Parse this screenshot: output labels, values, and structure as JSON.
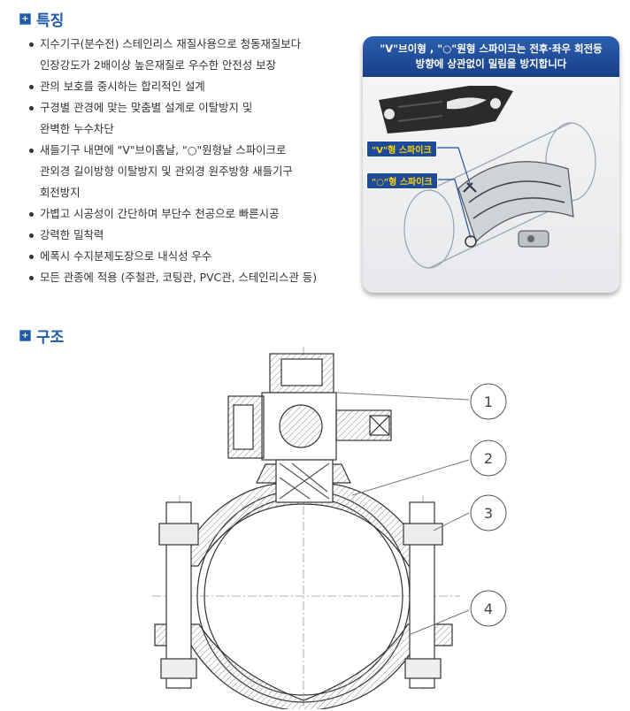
{
  "features_section": {
    "title": "특징",
    "icon": "plus-square-icon",
    "items": [
      [
        "지수기구(분수전) 스테인리스 재질사용으로 청동재질보다",
        "인장강도가 2배이상 높은재질로 우수한 안전성 보장"
      ],
      [
        "관의 보호를 중시하는 합리적인 설계"
      ],
      [
        "구경별 관경에 맞는 맞춤별 설계로 이탈방지 및",
        "완벽한 누수차단"
      ],
      [
        "새들기구 내면에 \"V\"브이홈날, \"○\"원형날 스파이크로",
        "관외경 길이방향 이탈방지 및 관외경 원주방향 새들기구",
        "회전방지"
      ],
      [
        "가볍고 시공성이 간단하며 부단수 천공으로 빠른시공"
      ],
      [
        "강력한 밀착력"
      ],
      [
        "에폭시 수지분제도장으로 내식성 우수"
      ],
      [
        "모든 관종에 적용 (주철관, 코팅관, PVC관, 스테인리스관 등)"
      ]
    ]
  },
  "spike_panel": {
    "header_line1": "\"V\"브이형 , \"○\"원형 스파이크는 전후·좌우 회전등",
    "header_line2": "방향에 상관없이 밀림을 방지합니다",
    "tag_v": "\"V\"형 스파이크",
    "tag_o": "\"○\"형 스파이크",
    "header_color": "#1f4a96",
    "tag_text_color": "#ffd400"
  },
  "structure_section": {
    "title": "구조",
    "icon": "plus-square-icon",
    "callouts": [
      "1",
      "2",
      "3",
      "4"
    ]
  },
  "colors": {
    "accent": "#1e5aa8"
  }
}
